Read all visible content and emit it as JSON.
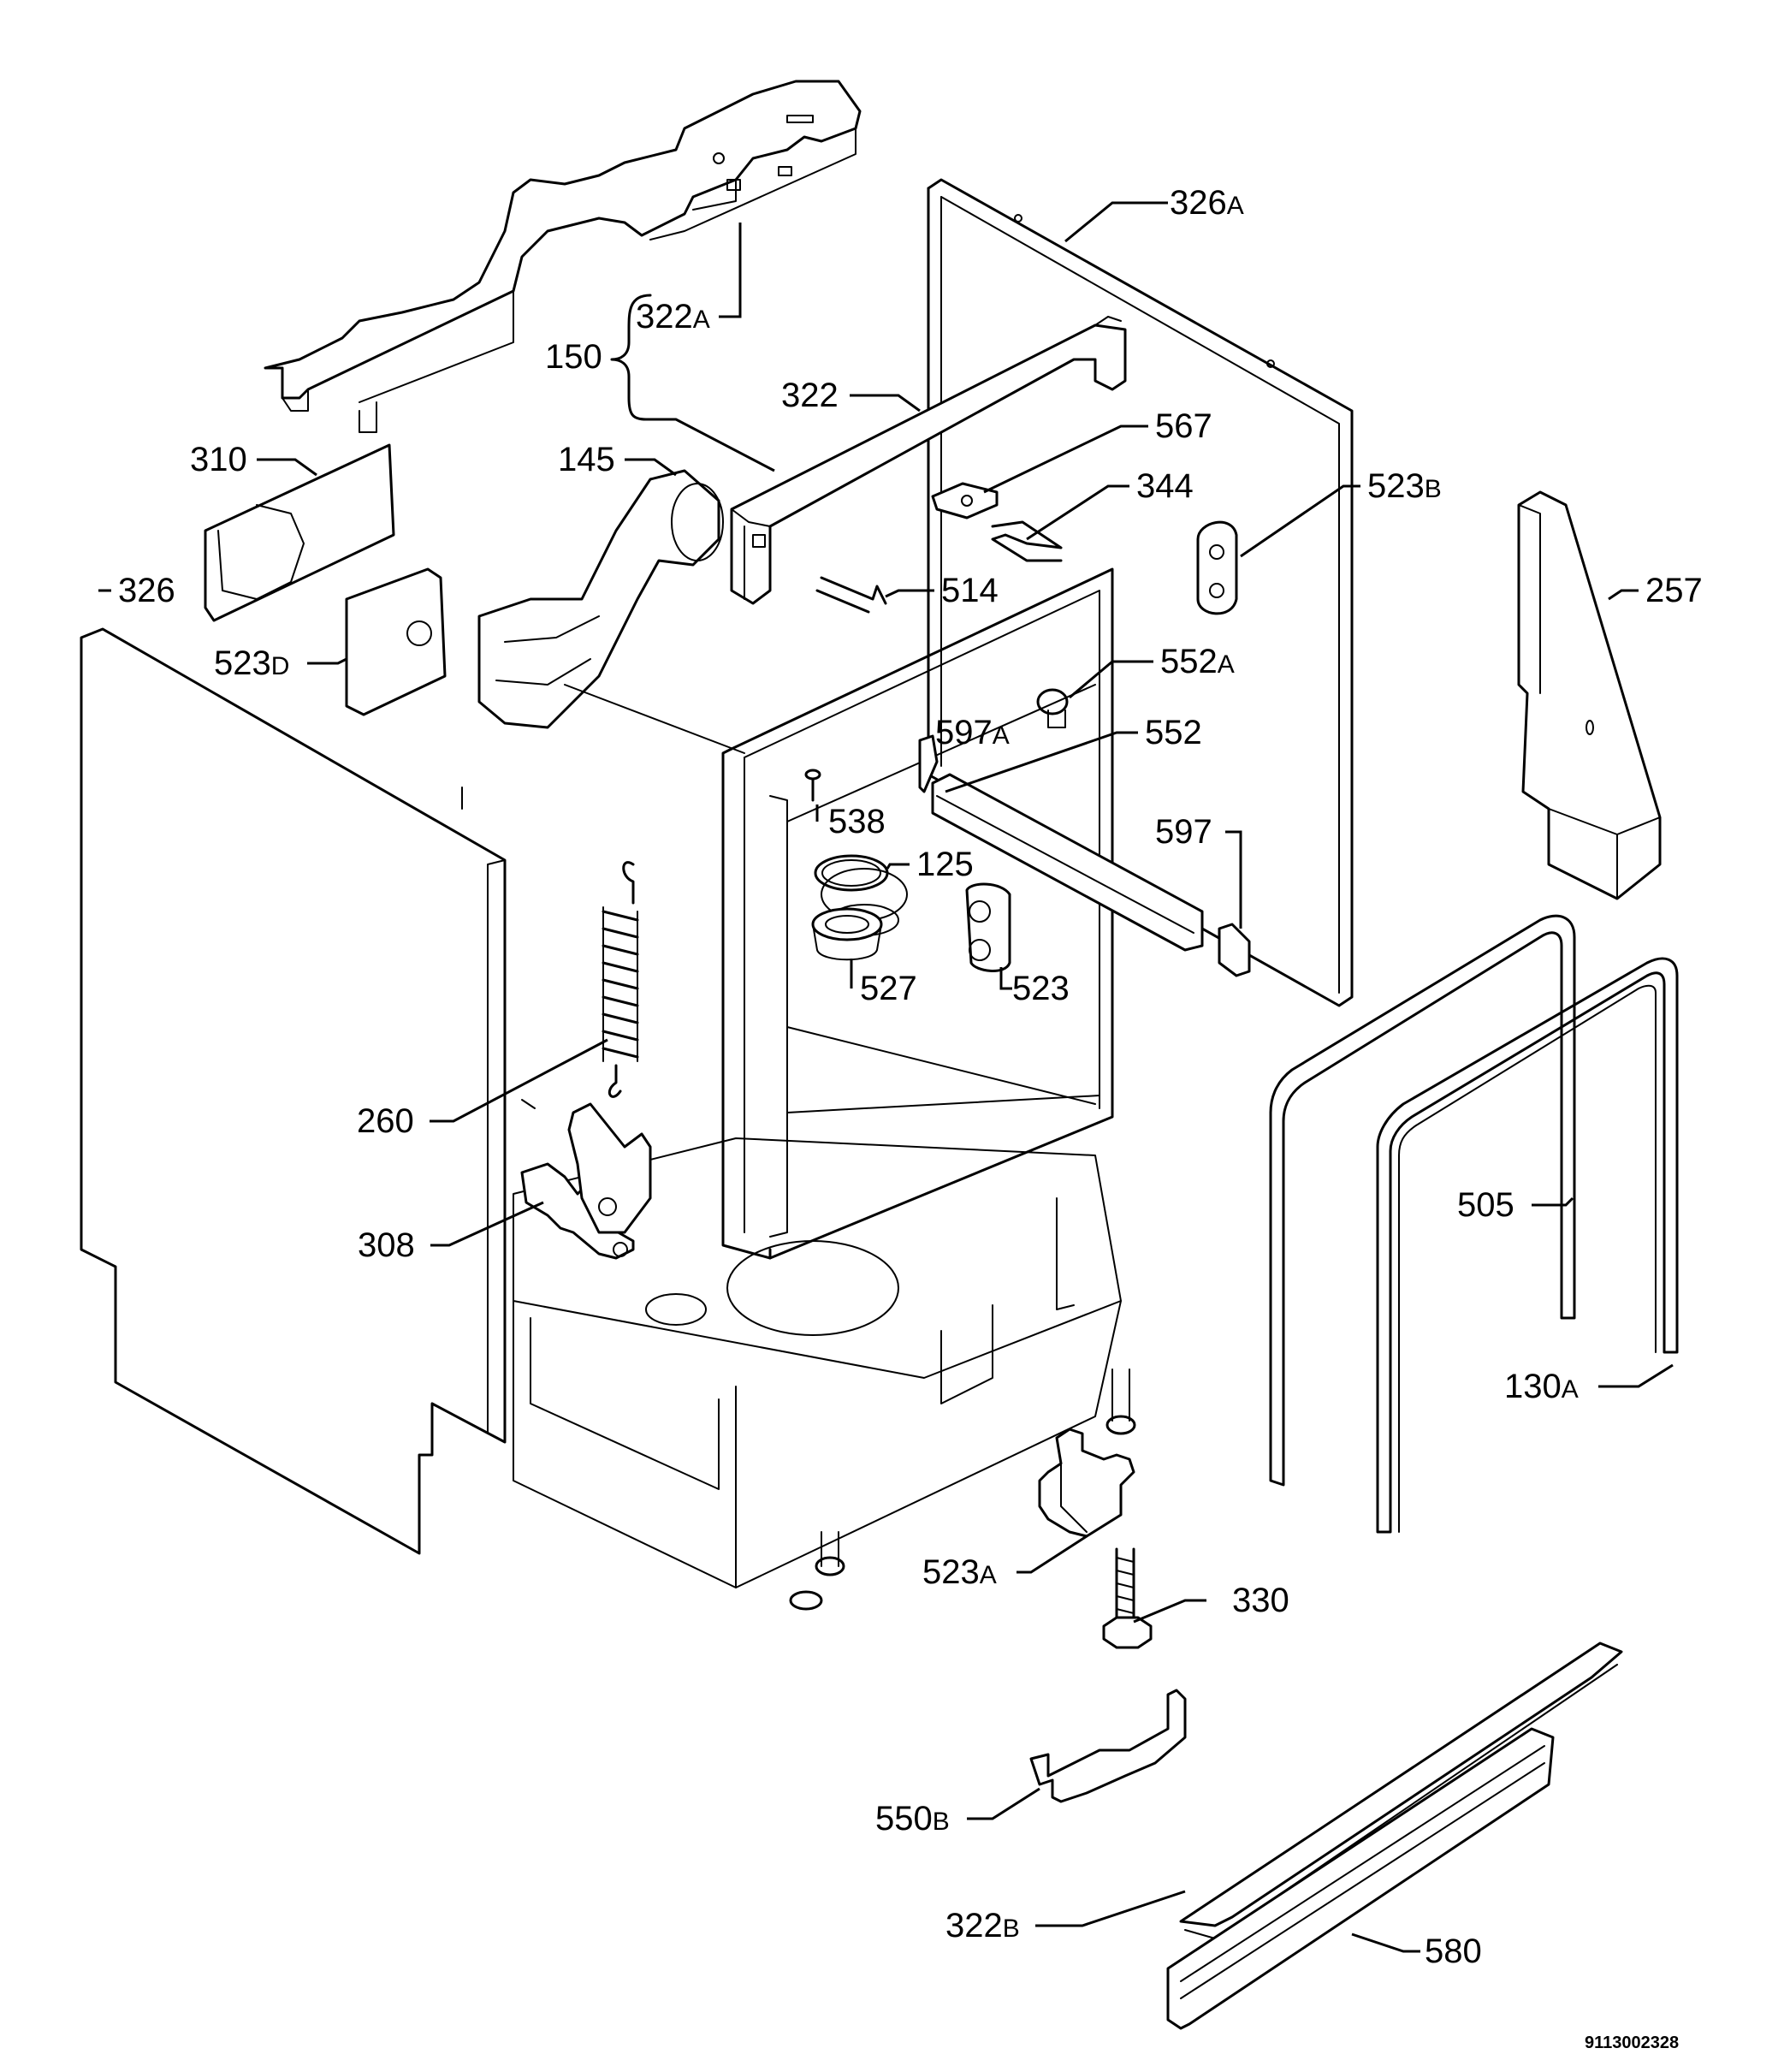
{
  "drawing_code": "9113002328",
  "labels": {
    "l326A": {
      "num": "326",
      "suffix": "A"
    },
    "l322A": {
      "num": "322",
      "suffix": "A"
    },
    "l150": {
      "num": "150",
      "suffix": ""
    },
    "l322": {
      "num": "322",
      "suffix": ""
    },
    "l567": {
      "num": "567",
      "suffix": ""
    },
    "l310": {
      "num": "310",
      "suffix": ""
    },
    "l145": {
      "num": "145",
      "suffix": ""
    },
    "l344": {
      "num": "344",
      "suffix": ""
    },
    "l523B": {
      "num": "523",
      "suffix": "B"
    },
    "l326": {
      "num": "326",
      "suffix": ""
    },
    "l514": {
      "num": "514",
      "suffix": ""
    },
    "l257": {
      "num": "257",
      "suffix": ""
    },
    "l523D": {
      "num": "523",
      "suffix": "D"
    },
    "l552A": {
      "num": "552",
      "suffix": "A"
    },
    "l597A": {
      "num": "597",
      "suffix": "A"
    },
    "l552": {
      "num": "552",
      "suffix": ""
    },
    "l538": {
      "num": "538",
      "suffix": ""
    },
    "l597": {
      "num": "597",
      "suffix": ""
    },
    "l125": {
      "num": "125",
      "suffix": ""
    },
    "l527": {
      "num": "527",
      "suffix": ""
    },
    "l523": {
      "num": "523",
      "suffix": ""
    },
    "l260": {
      "num": "260",
      "suffix": ""
    },
    "l505": {
      "num": "505",
      "suffix": ""
    },
    "l308": {
      "num": "308",
      "suffix": ""
    },
    "l130A": {
      "num": "130",
      "suffix": "A"
    },
    "l523A": {
      "num": "523",
      "suffix": "A"
    },
    "l330": {
      "num": "330",
      "suffix": ""
    },
    "l550B": {
      "num": "550",
      "suffix": "B"
    },
    "l322B": {
      "num": "322",
      "suffix": "B"
    },
    "l580": {
      "num": "580",
      "suffix": ""
    }
  }
}
